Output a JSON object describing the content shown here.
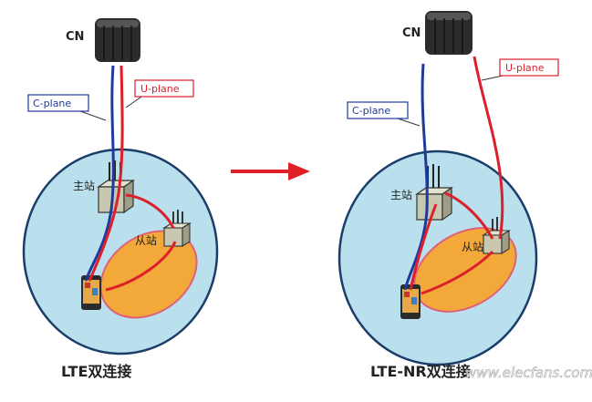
{
  "left": {
    "cn_label": "CN",
    "c_plane": "C-plane",
    "u_plane": "U-plane",
    "master": "主站",
    "slave": "从站",
    "caption": "LTE双连接"
  },
  "right": {
    "cn_label": "CN",
    "c_plane": "C-plane",
    "u_plane": "U-plane",
    "master": "主站",
    "slave": "从站",
    "caption": "LTE-NR双连接"
  },
  "watermark": "www.elecfans.com",
  "colors": {
    "big_cell": "#b9e0ec",
    "small_cell": "#f3a93a",
    "small_cell_edge": "#e0607a",
    "c_plane": "#1f3a9b",
    "u_plane": "#dd1f2b",
    "arrow": "#e01f26"
  }
}
